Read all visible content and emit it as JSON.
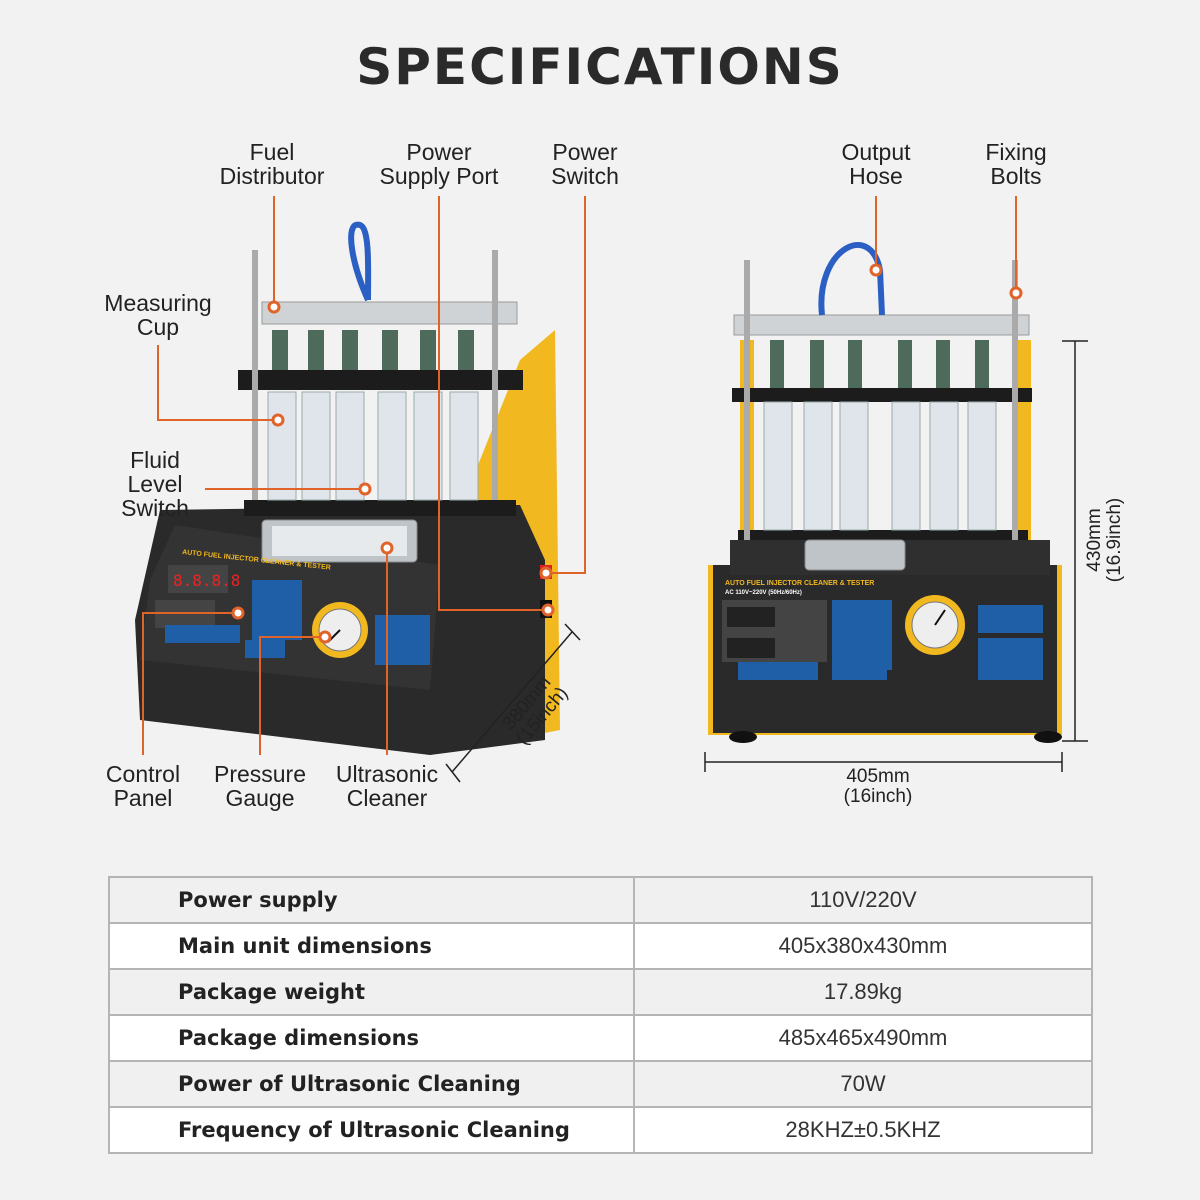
{
  "title": "SPECIFICATIONS",
  "colors": {
    "accent": "#e0632a",
    "machine_yellow": "#f2b820",
    "machine_body": "#2a2a2a",
    "panel_blue": "#1e5fa8"
  },
  "machine_text": {
    "panel_header": "AUTO FUEL INJECTOR CLEANER & TESTER",
    "voltage": "AC 110V~220V (50Hz/60Hz)",
    "display": "8.8.8.8"
  },
  "callouts": {
    "fuel_distributor": "Fuel\nDistributor",
    "power_supply_port": "Power\nSupply Port",
    "power_switch": "Power\nSwitch",
    "measuring_cup": "Measuring\nCup",
    "fluid_level_switch": "Fluid\nLevel\nSwitch",
    "control_panel": "Control\nPanel",
    "pressure_gauge": "Pressure\nGauge",
    "ultrasonic_cleaner": "Ultrasonic\nCleaner",
    "output_hose": "Output\nHose",
    "fixing_bolts": "Fixing\nBolts"
  },
  "dimensions": {
    "depth": "380mm\n(15inch)",
    "width": "405mm\n(16inch)",
    "height": "430mm\n(16.9inch)"
  },
  "specs": [
    {
      "label": "Power supply",
      "value": "110V/220V"
    },
    {
      "label": "Main unit dimensions",
      "value": "405x380x430mm"
    },
    {
      "label": "Package weight",
      "value": "17.89kg"
    },
    {
      "label": "Package dimensions",
      "value": "485x465x490mm"
    },
    {
      "label": "Power of Ultrasonic Cleaning",
      "value": "70W"
    },
    {
      "label": "Frequency of Ultrasonic Cleaning",
      "value": "28KHZ±0.5KHZ"
    }
  ]
}
